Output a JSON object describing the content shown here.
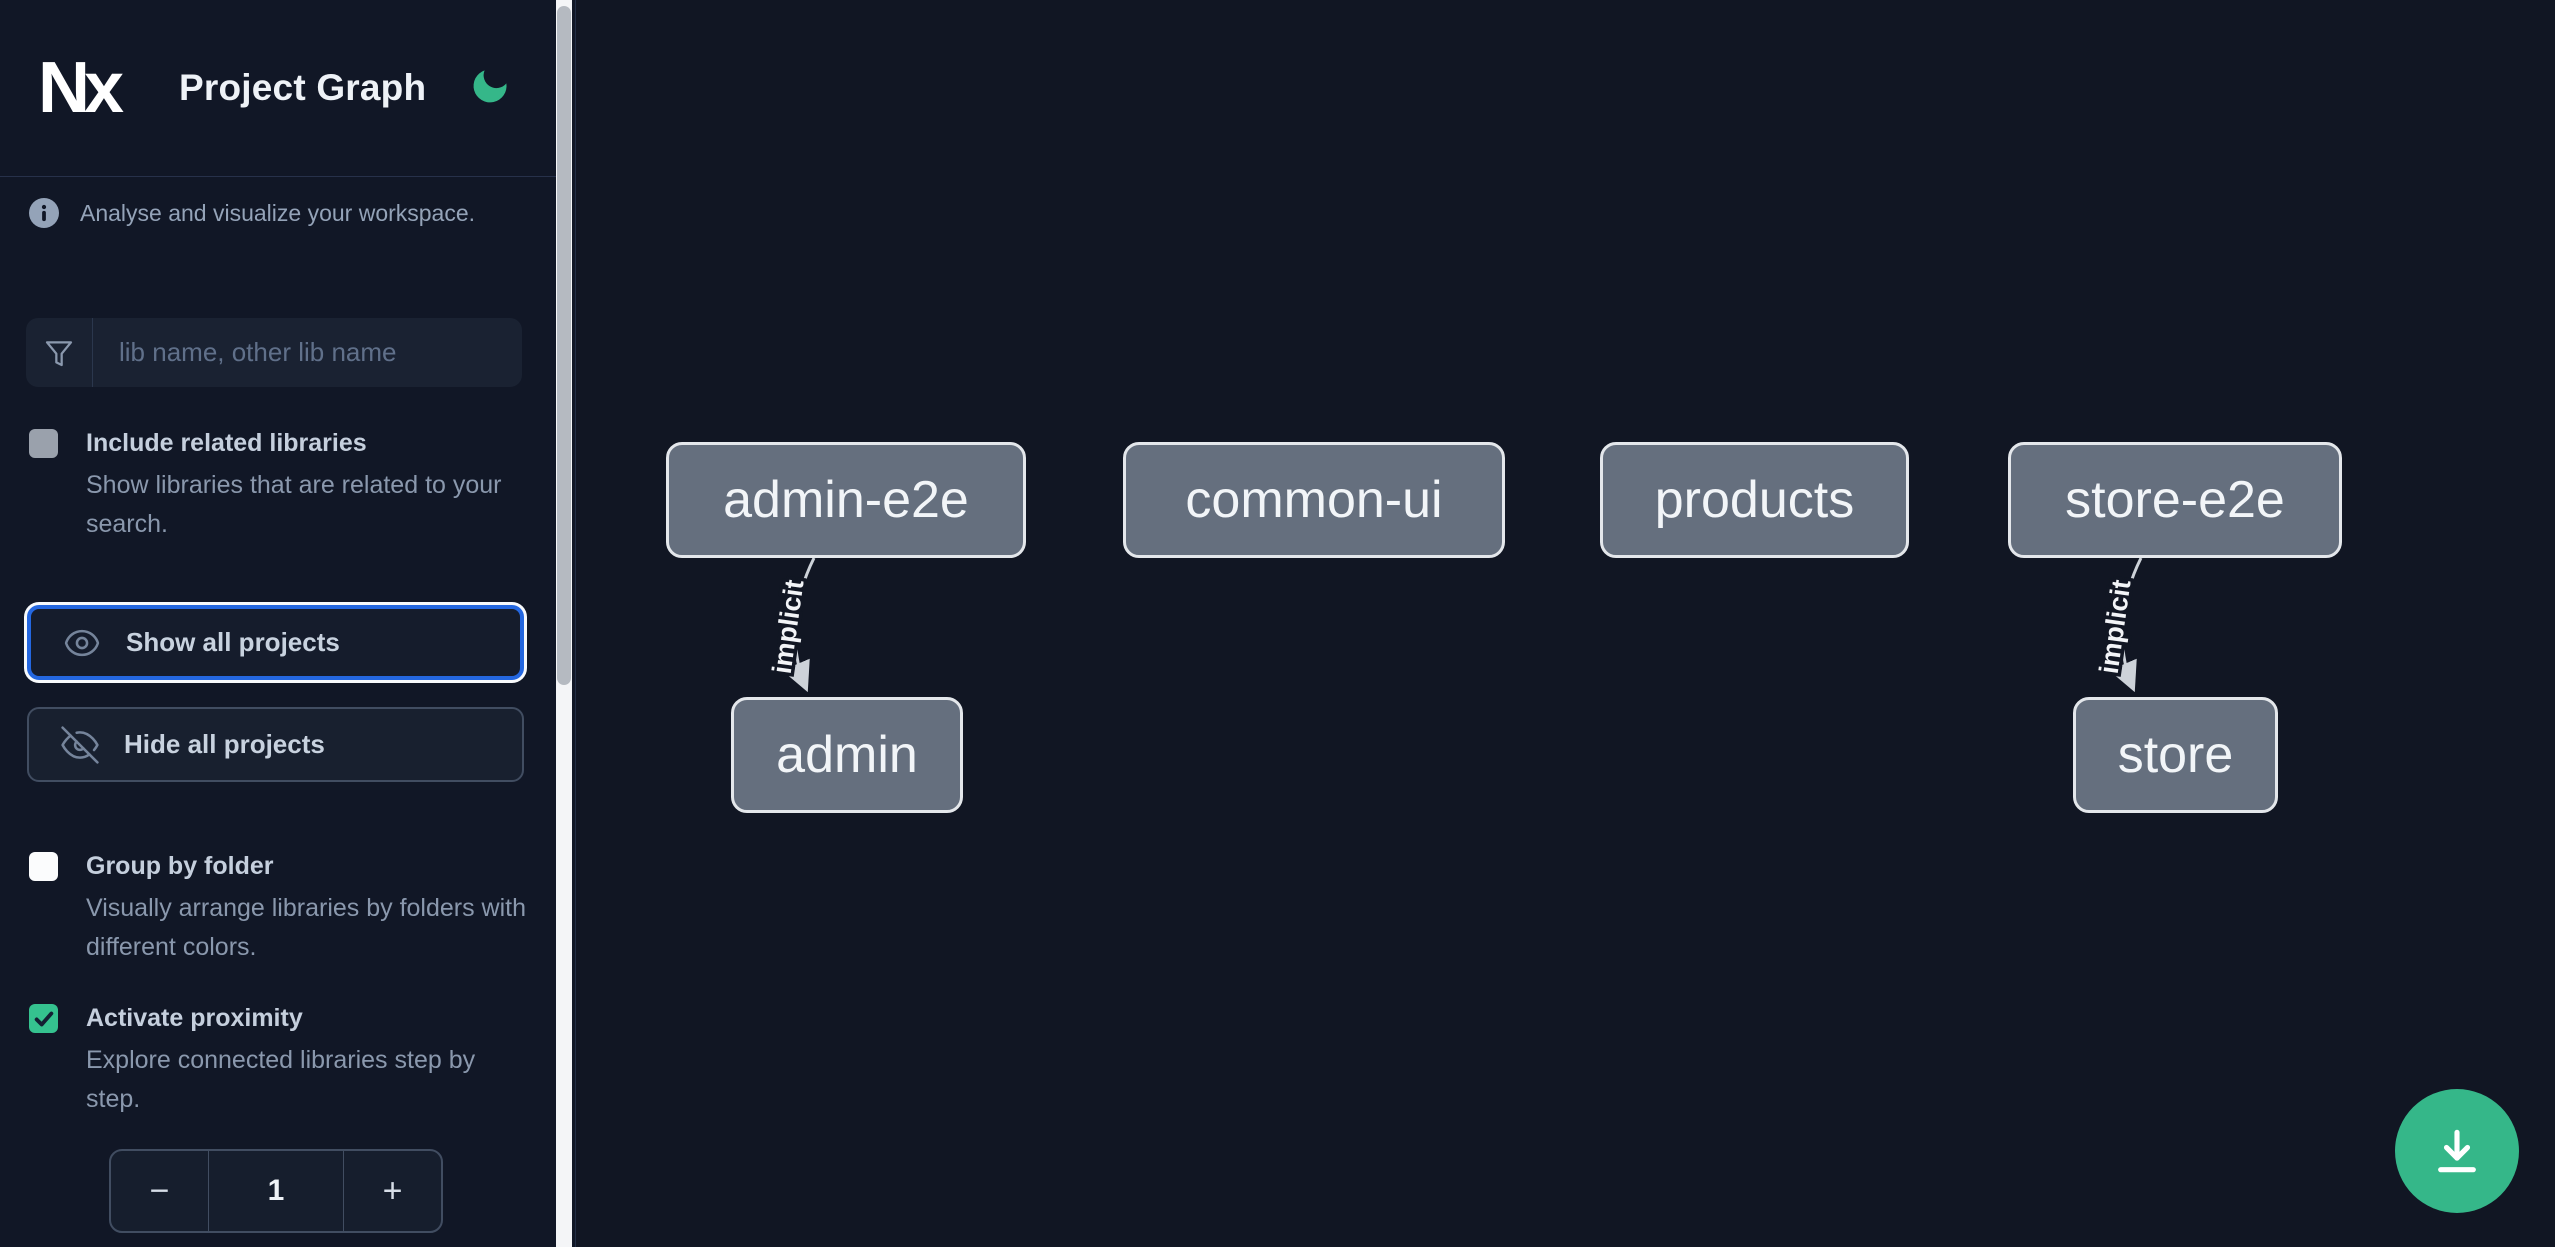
{
  "app": {
    "name": "Nx",
    "title": "Project Graph"
  },
  "sidebar": {
    "info_text": "Analyse and visualize your workspace.",
    "search_placeholder": "lib name, other lib name",
    "toggle_related": {
      "label": "Include related libraries",
      "description": "Show libraries that are related to your search.",
      "checked": false
    },
    "show_all_label": "Show all projects",
    "hide_all_label": "Hide all projects",
    "toggle_group": {
      "label": "Group by folder",
      "description": "Visually arrange libraries by folders with different colors.",
      "checked": false
    },
    "toggle_proximity": {
      "label": "Activate proximity",
      "description": "Explore connected libraries step by step.",
      "checked": true
    },
    "stepper": {
      "decrement_label": "−",
      "value": "1",
      "increment_label": "+"
    }
  },
  "graph": {
    "nodes": [
      {
        "id": "admin-e2e",
        "label": "admin-e2e"
      },
      {
        "id": "common-ui",
        "label": "common-ui"
      },
      {
        "id": "products",
        "label": "products"
      },
      {
        "id": "store-e2e",
        "label": "store-e2e"
      },
      {
        "id": "admin",
        "label": "admin"
      },
      {
        "id": "store",
        "label": "store"
      }
    ],
    "edges": [
      {
        "from": "admin-e2e",
        "to": "admin",
        "label": "implicit",
        "type": "implicit"
      },
      {
        "from": "store-e2e",
        "to": "store",
        "label": "implicit",
        "type": "implicit"
      }
    ]
  },
  "colors": {
    "accent_green": "#35b789",
    "focus_blue": "#2467e0",
    "node_fill": "#656f7e",
    "sidebar_bg": "#111726",
    "canvas_bg": "#111623"
  }
}
